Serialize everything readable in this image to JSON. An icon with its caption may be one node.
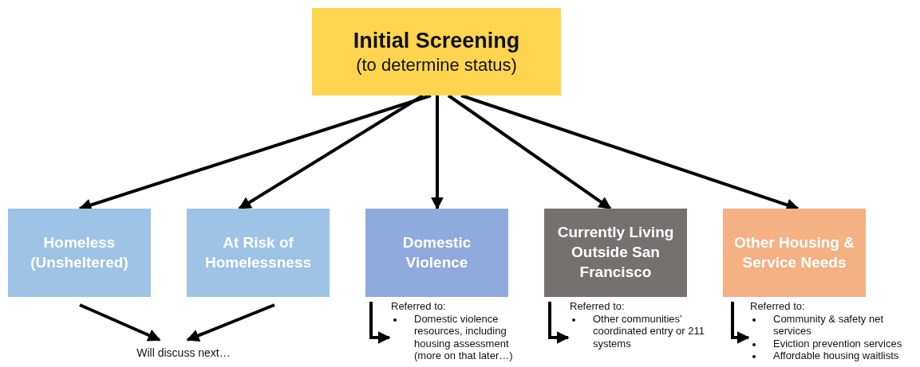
{
  "diagram": {
    "nodes": [
      {
        "text": [
          "Initial Screening",
          "(to determine status)"
        ]
      },
      {
        "text": [
          "Homeless (Unsheltered)"
        ]
      },
      {
        "text": [
          "At Risk of Homelessness"
        ]
      },
      {
        "text": [
          "Domestic Violence"
        ]
      },
      {
        "text": [
          "Currently Living Outside San Francisco"
        ]
      },
      {
        "text": [
          "Other Housing & Service Needs"
        ]
      },
      {
        "text": [
          "Will discuss next…"
        ]
      },
      {
        "text": [
          "Referred to:",
          "Domestic violence resources, including housing assessment (more on that later…)"
        ]
      },
      {
        "text": [
          "Referred to:",
          "Other communities’ coordinated entry or 211 systems"
        ]
      },
      {
        "text": [
          "Referred to:",
          "Community & safety net services",
          "Eviction prevention services",
          "Affordable housing waitlists"
        ]
      }
    ],
    "edges": [
      {
        "from": 0,
        "to": 1,
        "arrow": "to"
      },
      {
        "from": 0,
        "to": 2,
        "arrow": "to"
      },
      {
        "from": 0,
        "to": 3,
        "arrow": "to"
      },
      {
        "from": 0,
        "to": 4,
        "arrow": "to"
      },
      {
        "from": 0,
        "to": 5,
        "arrow": "to"
      },
      {
        "from": 1,
        "to": 6,
        "arrow": "to"
      },
      {
        "from": 2,
        "to": 6,
        "arrow": "to"
      },
      {
        "from": 3,
        "to": 7,
        "arrow": "to"
      },
      {
        "from": 4,
        "to": 8,
        "arrow": "to"
      },
      {
        "from": 5,
        "to": 9,
        "arrow": "to"
      }
    ]
  }
}
